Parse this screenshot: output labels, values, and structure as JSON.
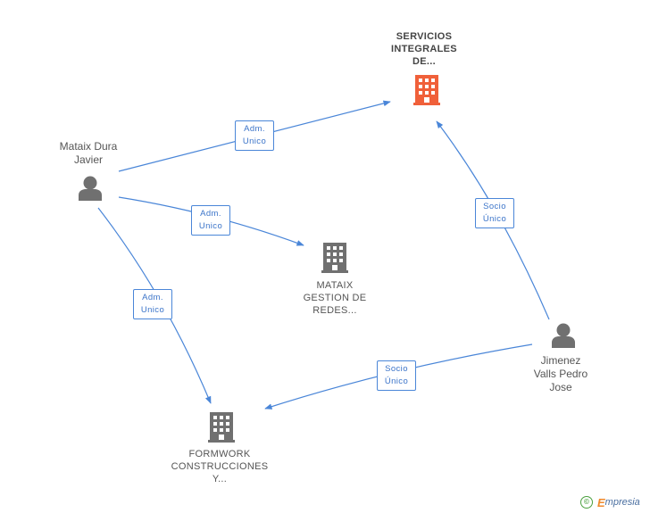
{
  "nodes": {
    "servicios": {
      "label": [
        "SERVICIOS",
        "INTEGRALES",
        "DE..."
      ],
      "icon": "building-icon",
      "color": "#f0603a"
    },
    "mataix_gestion": {
      "label": [
        "MATAIX",
        "GESTION DE",
        "REDES..."
      ],
      "icon": "building-icon",
      "color": "#707070"
    },
    "formwork": {
      "label": [
        "FORMWORK",
        "CONSTRUCCIONES",
        "Y..."
      ],
      "icon": "building-icon",
      "color": "#707070"
    },
    "mataix_dura": {
      "label": [
        "Mataix Dura",
        "Javier"
      ],
      "icon": "person-icon",
      "color": "#707070"
    },
    "jimenez": {
      "label": [
        "Jimenez",
        "Valls Pedro",
        "Jose"
      ],
      "icon": "person-icon",
      "color": "#707070"
    }
  },
  "edges": [
    {
      "from": "mataix_dura",
      "to": "servicios",
      "label": [
        "Adm.",
        "Unico"
      ]
    },
    {
      "from": "mataix_dura",
      "to": "mataix_gestion",
      "label": [
        "Adm.",
        "Unico"
      ]
    },
    {
      "from": "mataix_dura",
      "to": "formwork",
      "label": [
        "Adm.",
        "Unico"
      ]
    },
    {
      "from": "jimenez",
      "to": "servicios",
      "label": [
        "Socio",
        "Único"
      ]
    },
    {
      "from": "jimenez",
      "to": "formwork",
      "label": [
        "Socio",
        "Único"
      ]
    }
  ],
  "footer": {
    "copyright_symbol": "©",
    "brand_first": "E",
    "brand_rest": "mpresia"
  },
  "colors": {
    "edge": "#4a86d8",
    "highlight": "#f0603a",
    "node": "#707070"
  }
}
